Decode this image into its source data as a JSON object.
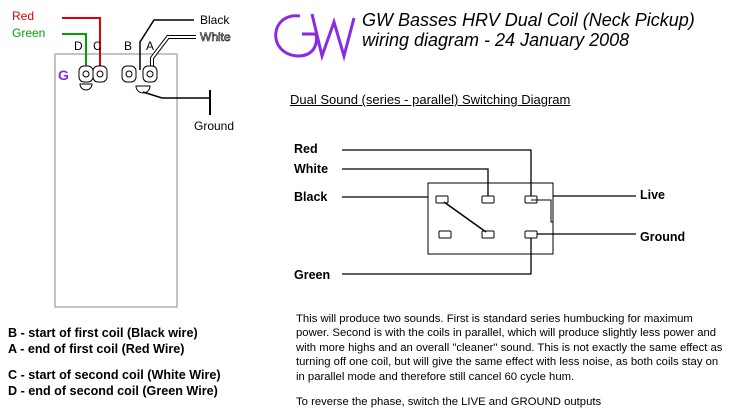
{
  "header": {
    "title_line1": "GW Basses HRV Dual Coil (Neck Pickup)",
    "title_line2": "wiring diagram - 24 January 2008",
    "logo_text": "GW"
  },
  "pickup": {
    "wires": {
      "red": "Red",
      "green": "Green",
      "black": "Black",
      "white": "White",
      "ground": "Ground"
    },
    "terminals": [
      "D",
      "C",
      "B",
      "A"
    ]
  },
  "switch_diagram": {
    "title": "Dual Sound (series - parallel) Switching Diagram",
    "inputs": [
      "Red",
      "White",
      "Black",
      "Green"
    ],
    "outputs": [
      "Live",
      "Ground"
    ]
  },
  "legend": [
    "B - start of first coil (Black wire)",
    "A - end of first coil (Red Wire)",
    "C - start of second coil (White Wire)",
    "D - end of second coil (Green Wire)"
  ],
  "description": "This will produce two sounds. First is standard series humbucking for maximum power. Second is with the coils in parallel, which will produce slightly less power and with more highs and an overall \"cleaner\" sound. This is not exactly the same effect as turning off one coil, but will give the same effect with less noise, as both coils stay on in parallel mode and therefore still cancel 60 cycle hum.",
  "note": "To reverse the phase, switch the LIVE and GROUND outputs",
  "colors": {
    "red_wire": "#e00000",
    "green_wire": "#00a000",
    "logo": "#8a2be2"
  }
}
